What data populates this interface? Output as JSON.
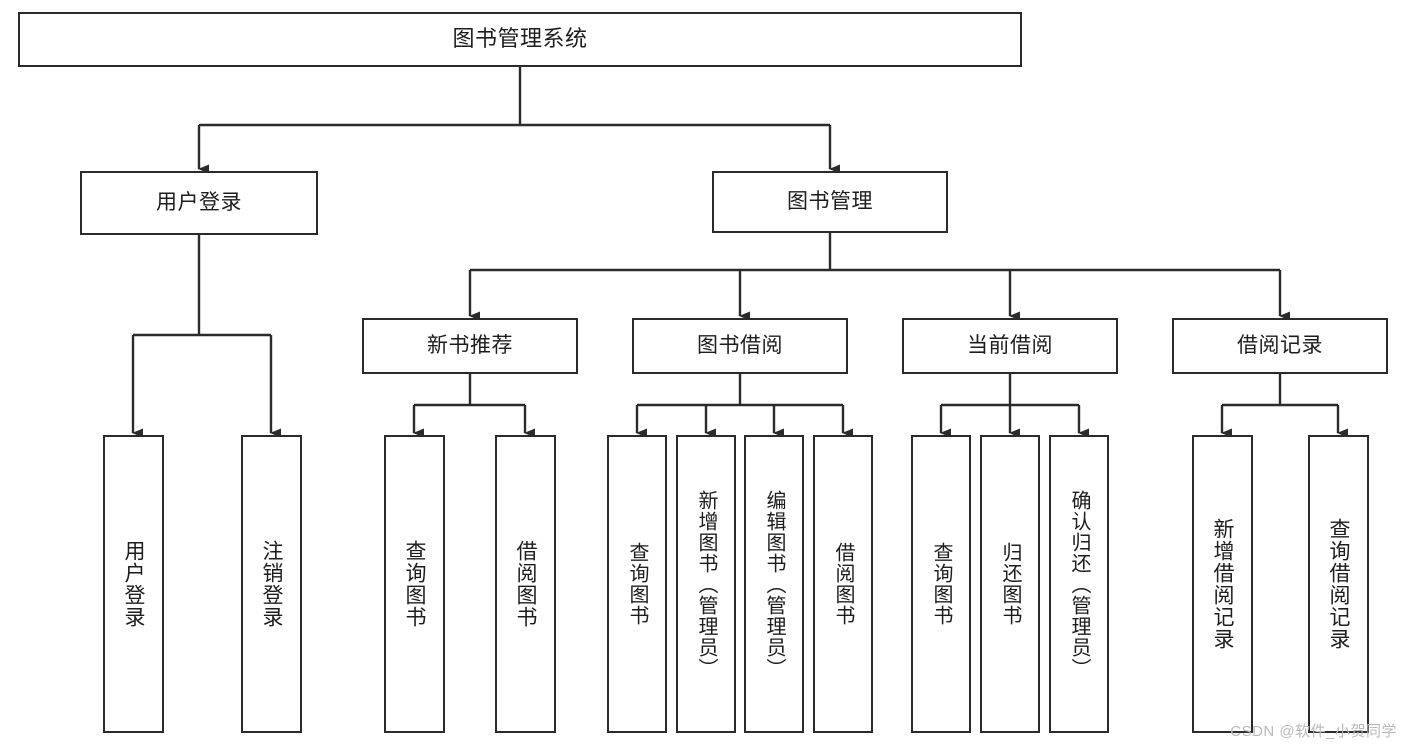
{
  "diagram": {
    "title": "图书管理系统",
    "type": "tree",
    "orientation": "top-down",
    "style": {
      "box_border_color": "#2b2b2b",
      "box_fill_color": "#ffffff",
      "edge_color": "#2b2b2b",
      "text_color": "#1d1d1d",
      "background": "#ffffff"
    },
    "root": {
      "id": "root",
      "label": "图书管理系统"
    },
    "level1": [
      {
        "id": "user-login",
        "label": "用户登录"
      },
      {
        "id": "book-manage",
        "label": "图书管理"
      }
    ],
    "level2": [
      {
        "id": "new-book-recommend",
        "label": "新书推荐",
        "parent": "book-manage"
      },
      {
        "id": "book-borrow",
        "label": "图书借阅",
        "parent": "book-manage"
      },
      {
        "id": "current-borrow",
        "label": "当前借阅",
        "parent": "book-manage"
      },
      {
        "id": "borrow-record",
        "label": "借阅记录",
        "parent": "book-manage"
      }
    ],
    "leaves": [
      {
        "id": "leaf-user-login",
        "label": "用户登录",
        "parent": "user-login"
      },
      {
        "id": "leaf-user-logout",
        "label": "注销登录",
        "parent": "user-login"
      },
      {
        "id": "leaf-query-book-1",
        "label": "查询图书",
        "parent": "new-book-recommend"
      },
      {
        "id": "leaf-borrow-book-1",
        "label": "借阅图书",
        "parent": "new-book-recommend"
      },
      {
        "id": "leaf-query-book-2",
        "label": "查询图书",
        "parent": "book-borrow"
      },
      {
        "id": "leaf-add-book",
        "label": "新增图书（管理员）",
        "parent": "book-borrow"
      },
      {
        "id": "leaf-edit-book",
        "label": "编辑图书（管理员）",
        "parent": "book-borrow"
      },
      {
        "id": "leaf-borrow-book-2",
        "label": "借阅图书",
        "parent": "book-borrow"
      },
      {
        "id": "leaf-query-book-3",
        "label": "查询图书",
        "parent": "current-borrow"
      },
      {
        "id": "leaf-return-book",
        "label": "归还图书",
        "parent": "current-borrow"
      },
      {
        "id": "leaf-confirm-return",
        "label": "确认归还（管理员）",
        "parent": "current-borrow"
      },
      {
        "id": "leaf-add-record",
        "label": "新增借阅记录",
        "parent": "borrow-record"
      },
      {
        "id": "leaf-query-record",
        "label": "查询借阅记录",
        "parent": "borrow-record"
      }
    ]
  },
  "watermark": {
    "text": "CSDN @软件_小贺同学"
  }
}
